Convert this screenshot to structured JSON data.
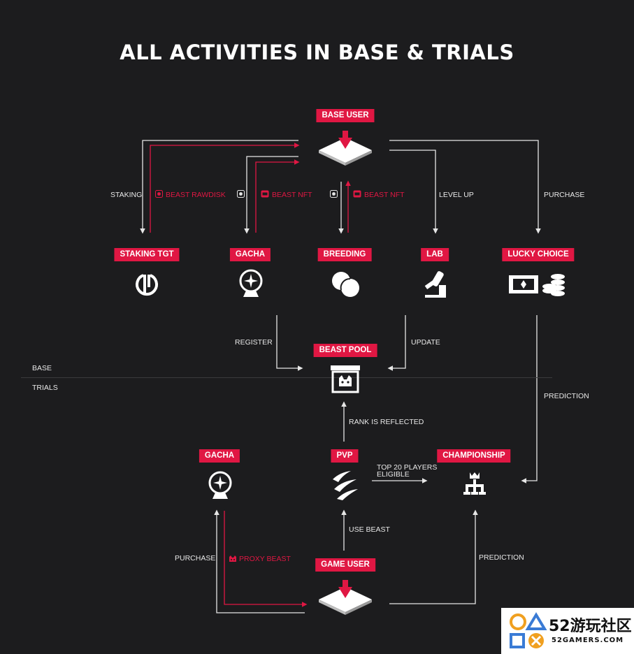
{
  "title": "ALL ACTIVITIES IN BASE & TRIALS",
  "tags": {
    "base_user": "BASE USER",
    "staking_tgt": "STAKING TGT",
    "gacha_top": "GACHA",
    "breeding": "BREEDING",
    "lab": "LAB",
    "lucky_choice": "LUCKY CHOICE",
    "beast_pool": "BEAST POOL",
    "gacha_bottom": "GACHA",
    "pvp": "PVP",
    "championship": "CHAMPIONSHIP",
    "game_user": "GAME USER"
  },
  "labels": {
    "staking": "STAKING",
    "beast_rawdisk": "BEAST RAWDISK",
    "beast_nft_1": "BEAST NFT",
    "beast_nft_2": "BEAST NFT",
    "level_up": "LEVEL UP",
    "purchase_top": "PURCHASE",
    "register": "REGISTER",
    "update": "UPDATE",
    "base": "BASE",
    "trials": "TRIALS",
    "prediction_right": "PREDICTION",
    "rank_reflected": "RANK IS REFLECTED",
    "top20_line1": "TOP 20 PLAYERS",
    "top20_line2": "ELIGIBLE",
    "use_beast": "USE BEAST",
    "purchase_bottom": "PURCHASE",
    "proxy_beast": "PROXY BEAST",
    "prediction_bottom": "PREDICTION"
  },
  "colors": {
    "accent": "#e01743",
    "line": "#e6e6e6",
    "background": "#1c1c1e"
  },
  "icons": [
    "platform-icon",
    "staking-icon",
    "gacha-icon",
    "breeding-icon",
    "lab-microscope-icon",
    "lucky-choice-icon",
    "beast-pool-icon",
    "pvp-claw-icon",
    "championship-icon",
    "disk-icon",
    "nft-icon",
    "proxy-beast-icon"
  ],
  "watermark": {
    "brand": "52游玩社区",
    "site": "52GAMERS.COM"
  }
}
